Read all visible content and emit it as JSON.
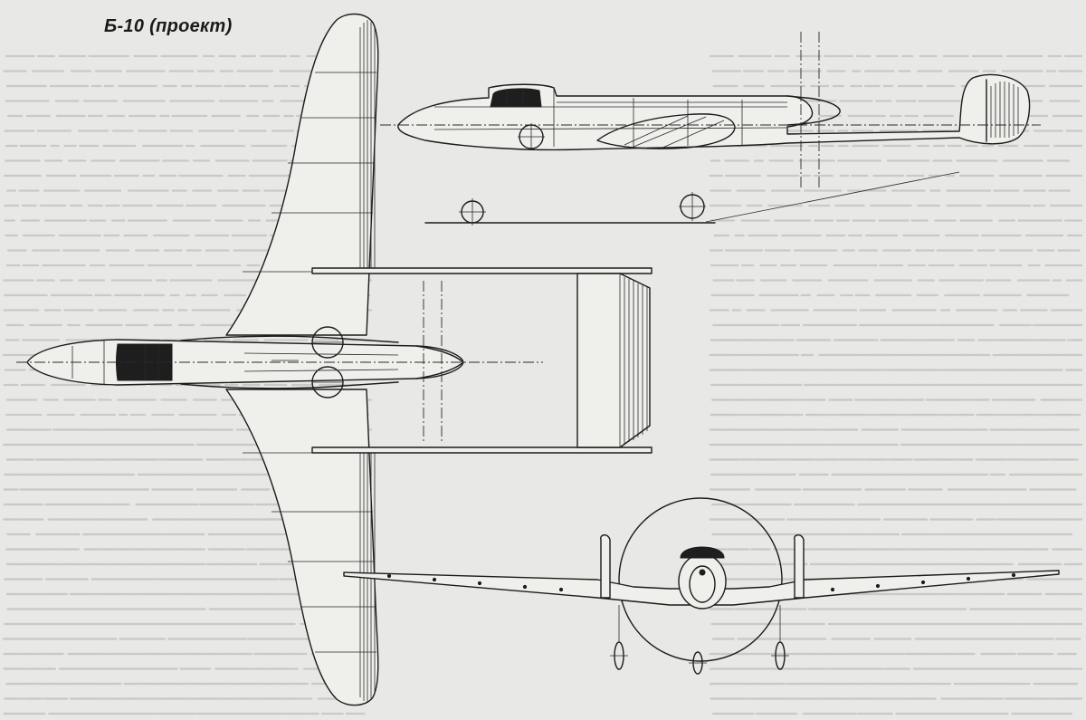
{
  "caption": "Б-10 (проект)",
  "colors": {
    "ink": "#1b1b1b",
    "paper": "#e8e8e6",
    "ghost_text": "#c9c9c6"
  },
  "views": [
    "side-view",
    "top-view",
    "front-view"
  ]
}
